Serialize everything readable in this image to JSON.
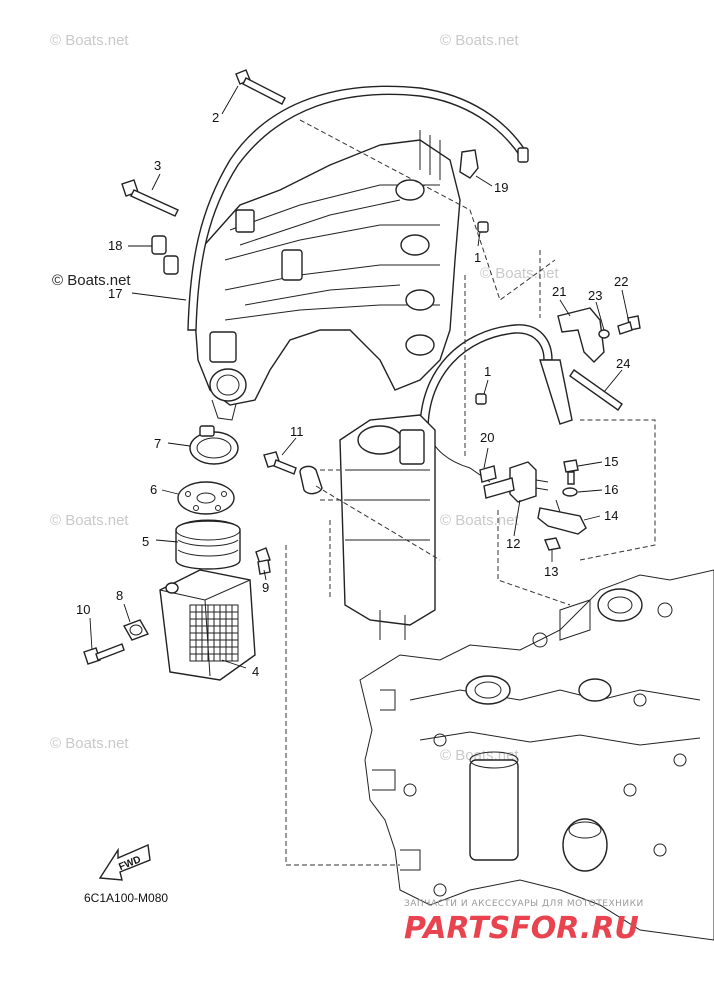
{
  "watermarks": [
    "© Boats.net",
    "© Boats.net",
    "© Boats.net",
    "© Boats.net",
    "© Boats.net",
    "© Boats.net",
    "© Boats.net",
    "© Boats.net"
  ],
  "callouts": [
    "1",
    "1",
    "2",
    "3",
    "4",
    "5",
    "6",
    "7",
    "8",
    "9",
    "10",
    "11",
    "12",
    "13",
    "14",
    "15",
    "16",
    "17",
    "18",
    "19",
    "20",
    "21",
    "22",
    "23",
    "24"
  ],
  "fwd_label": "FWD",
  "diagram_code": "6C1A100-M080",
  "footer_brand": {
    "tagline": "ЗАПЧАСТИ И АКСЕССУАРЫ ДЛЯ МОТОТЕХНИКИ",
    "logo_text": "PARTSFOR.RU"
  },
  "colors": {
    "line": "#222222",
    "watermark": "#c9c9c9",
    "brand_red": "#e8434f"
  }
}
